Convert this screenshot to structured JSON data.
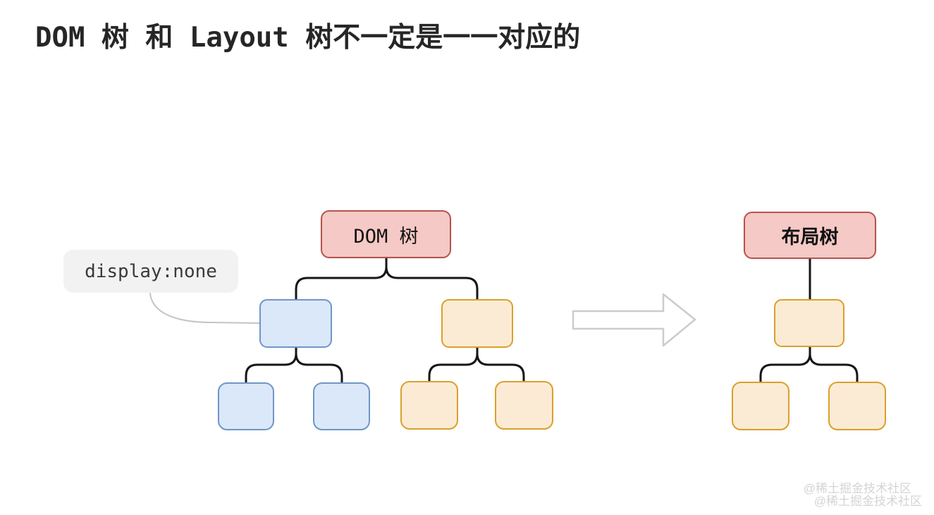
{
  "title": "DOM 树 和 Layout 树不一定是一一对应的",
  "diagram": {
    "dom_tree": {
      "root_label": "DOM 树",
      "annotation": "display:none",
      "hidden_branch_children": 2,
      "visible_branch_children": 2
    },
    "layout_tree": {
      "root_label": "布局树",
      "child_children": 2
    },
    "arrow": "right-arrow-between-trees"
  },
  "colors": {
    "root_node_fill": "#f5c9c5",
    "root_node_border": "#b5534d",
    "hidden_node_fill": "#dbe8f9",
    "hidden_node_border": "#6e96c8",
    "layout_node_fill": "#fcebd4",
    "layout_node_border": "#d9a02b",
    "annotation_bg": "#f2f2f2",
    "connector": "#161616",
    "annotation_connector": "#c4c4c4",
    "arrow_outline": "#cccccc",
    "watermark": "#d4d4d4"
  },
  "watermark": {
    "line1": "@稀土掘金技术社区",
    "line2": "@稀土掘金技术社区"
  }
}
